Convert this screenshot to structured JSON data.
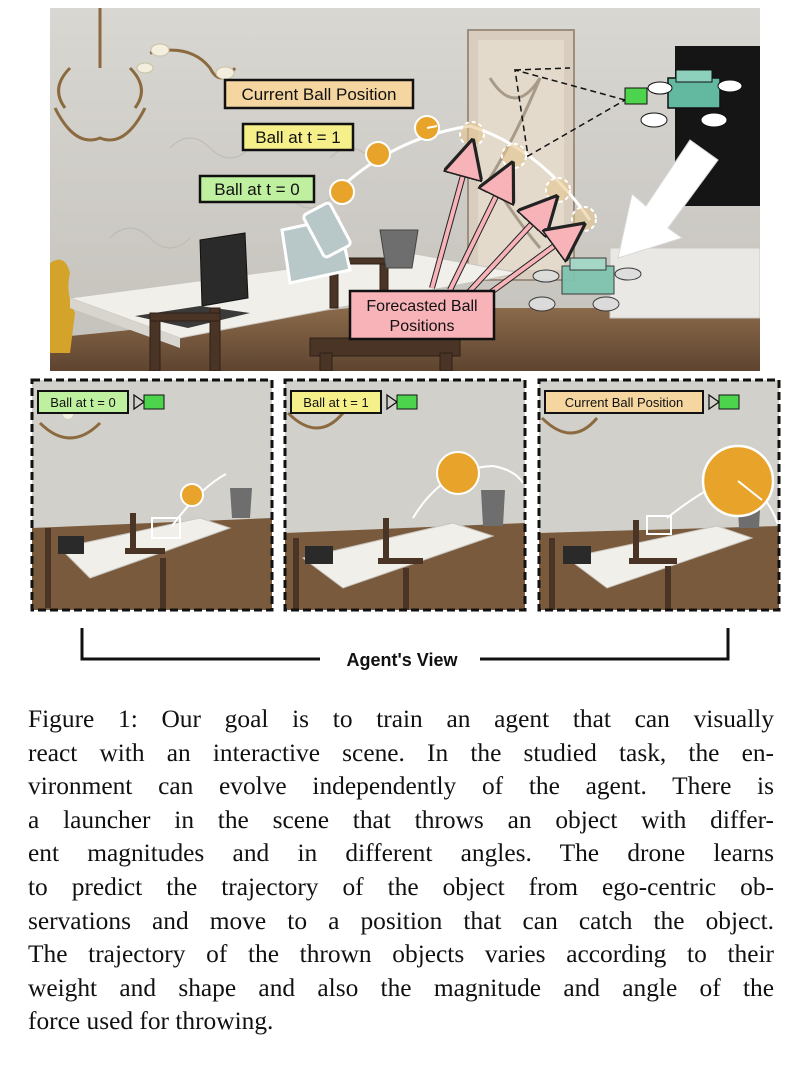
{
  "figure": {
    "labels": {
      "current_ball_position": "Current Ball Position",
      "ball_t1": "Ball at t = 1",
      "ball_t0": "Ball at t = 0",
      "forecasted": [
        "Forecasted Ball",
        "Positions"
      ]
    },
    "panels": [
      {
        "label": "Ball at t = 0",
        "label_color": "#bff0a0"
      },
      {
        "label": "Ball at t = 1",
        "label_color": "#f5f08a"
      },
      {
        "label": "Current Ball Position",
        "label_color": "#f5d6a0"
      }
    ],
    "agent_view_label": "Agent's View",
    "colors": {
      "ball": "#e8a42a",
      "current_label_bg": "#f5d6a0",
      "t1_label_bg": "#f5f08a",
      "t0_label_bg": "#bff0a0",
      "forecast_bg": "#f7b3b8",
      "camera_green": "#4cd44c"
    }
  },
  "caption": {
    "lines": [
      "Figure 1: Our goal is to train an agent that can visually",
      "react with an interactive scene. In the studied task, the en-",
      "vironment can evolve independently of the agent. There is",
      "a launcher in the scene that throws an object with differ-",
      "ent magnitudes and in different angles. The drone learns",
      "to predict the trajectory of the object from ego-centric ob-",
      "servations and move to a position that can catch the object.",
      "The trajectory of the thrown objects varies according to their",
      "weight and shape and also the magnitude and angle of the",
      "force used for throwing."
    ]
  }
}
